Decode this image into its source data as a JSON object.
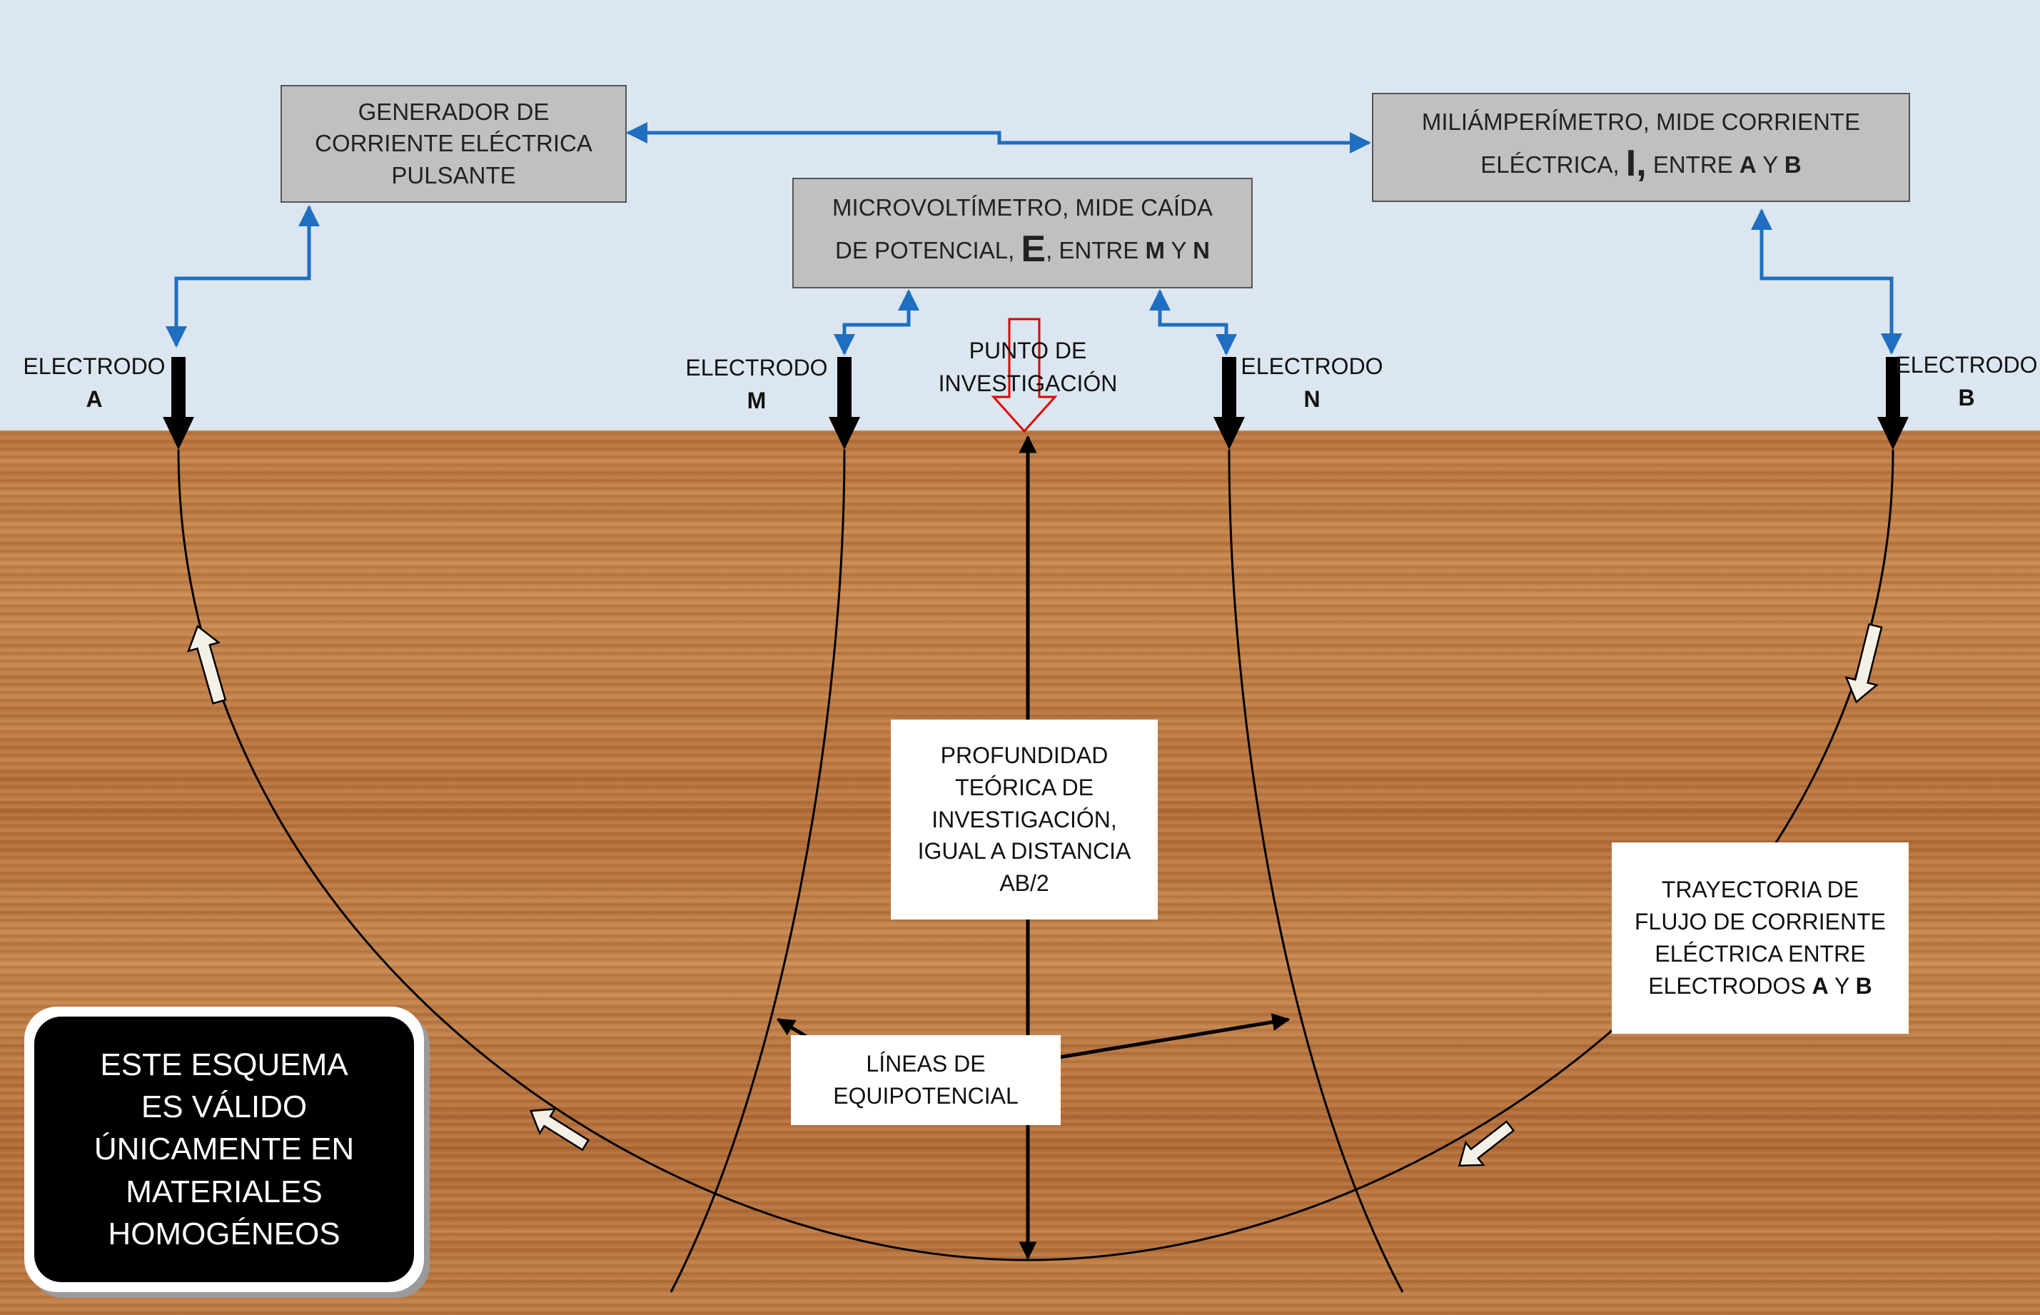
{
  "boxes": {
    "generator": "GENERADOR DE CORRIENTE ELÉCTRICA PULSANTE",
    "microvolt": {
      "line1": "MICROVOLTÍMETRO, MIDE CAÍDA",
      "prefix": "DE POTENCIAL, ",
      "symbol": "E",
      "mid": ", ENTRE ",
      "m": "M",
      "y": " Y ",
      "n": "N"
    },
    "milliamp": {
      "line1": "MILIÁMPERÍMETRO, MIDE CORRIENTE",
      "prefix": "ELÉCTRICA, ",
      "symbol": "I,",
      "mid": " ENTRE ",
      "a": "A",
      "y": " Y ",
      "b": "B"
    }
  },
  "electrodes": [
    {
      "label": "ELECTRODO",
      "letter": "A"
    },
    {
      "label": "ELECTRODO",
      "letter": "M"
    },
    {
      "label": "ELECTRODO",
      "letter": "N"
    },
    {
      "label": "ELECTRODO",
      "letter": "B"
    }
  ],
  "investigation_point": "PUNTO DE INVESTIGACIÓN",
  "depth_label": "PROFUNDIDAD TEÓRICA DE INVESTIGACIÓN, IGUAL A DISTANCIA AB/2",
  "equipotential_label": "LÍNEAS DE EQUIPOTENCIAL",
  "current_path": {
    "text": "TRAYECTORIA DE FLUJO DE CORRIENTE ELÉCTRICA ENTRE ELECTRODOS ",
    "a": "A",
    "y": " Y ",
    "b": "B"
  },
  "note": "ESTE ESQUEMA ES VÁLIDO ÚNICAMENTE EN MATERIALES HOMOGÉNEOS",
  "colors": {
    "sky": "#dce6f0",
    "connector": "#1f6fc1",
    "box": "#c0c0c0",
    "point_arrow": "#e00000"
  }
}
